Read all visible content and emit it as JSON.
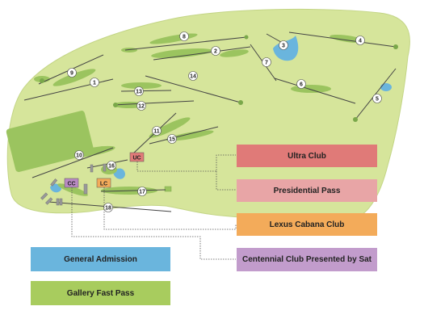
{
  "course": {
    "holes": [
      {
        "id": "hole-1",
        "label": "1"
      },
      {
        "id": "hole-2",
        "label": "2"
      },
      {
        "id": "hole-3",
        "label": "3"
      },
      {
        "id": "hole-4",
        "label": "4"
      },
      {
        "id": "hole-5",
        "label": "5"
      },
      {
        "id": "hole-6",
        "label": "6"
      },
      {
        "id": "hole-7",
        "label": "7"
      },
      {
        "id": "hole-8",
        "label": "8"
      },
      {
        "id": "hole-9",
        "label": "9"
      },
      {
        "id": "hole-10",
        "label": "10"
      },
      {
        "id": "hole-11",
        "label": "11"
      },
      {
        "id": "hole-12",
        "label": "12"
      },
      {
        "id": "hole-13",
        "label": "13"
      },
      {
        "id": "hole-14",
        "label": "14"
      },
      {
        "id": "hole-15",
        "label": "15"
      },
      {
        "id": "hole-16",
        "label": "16"
      },
      {
        "id": "hole-17",
        "label": "17"
      },
      {
        "id": "hole-18",
        "label": "18"
      }
    ],
    "zones": {
      "uc": {
        "label": "UC",
        "color": "#e07a78"
      },
      "lc": {
        "label": "LC",
        "color": "#f3ab5a"
      },
      "cc": {
        "label": "CC",
        "color": "#b98ac3"
      }
    }
  },
  "legend": {
    "ultra_club": {
      "label": "Ultra Club",
      "color": "#e07a78"
    },
    "presidential_pass": {
      "label": "Presidential Pass",
      "color": "#e8a5a6"
    },
    "lexus_cabana_club": {
      "label": "Lexus Cabana Club",
      "color": "#f3ab5a"
    },
    "centennial_club": {
      "label": "Centennial Club Presented by Sat",
      "color": "#c29ccc"
    },
    "general_admission": {
      "label": "General Admission",
      "color": "#6ab5dd"
    },
    "gallery_fast_pass": {
      "label": "Gallery Fast Pass",
      "color": "#a8cc5e"
    }
  },
  "colors": {
    "course_fill": "#d6e59b",
    "fairway": "#9bc45f",
    "water": "#6ab5dd",
    "practice_area": "#9bc45f"
  }
}
